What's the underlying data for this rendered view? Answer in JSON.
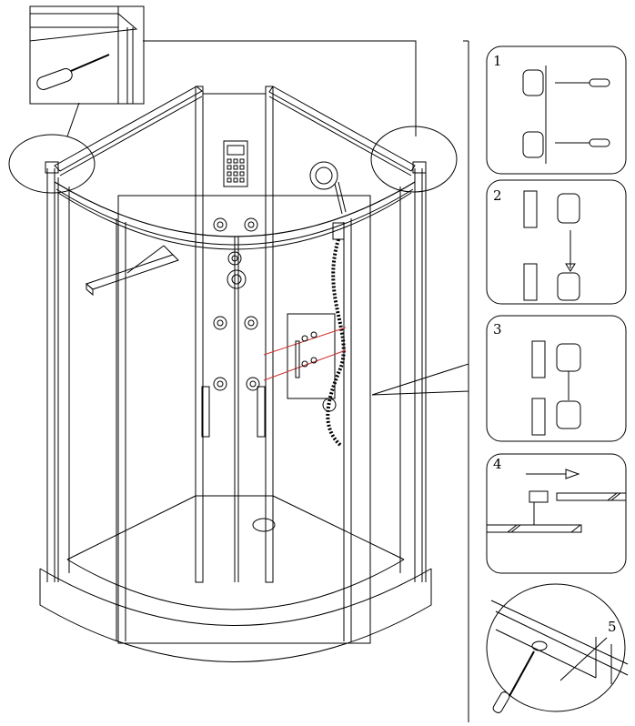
{
  "steps": [
    {
      "number": "1"
    },
    {
      "number": "2"
    },
    {
      "number": "3"
    },
    {
      "number": "4"
    },
    {
      "number": "5"
    }
  ],
  "colors": {
    "line": "#000000",
    "accent": "#d0312d",
    "background": "#ffffff"
  }
}
